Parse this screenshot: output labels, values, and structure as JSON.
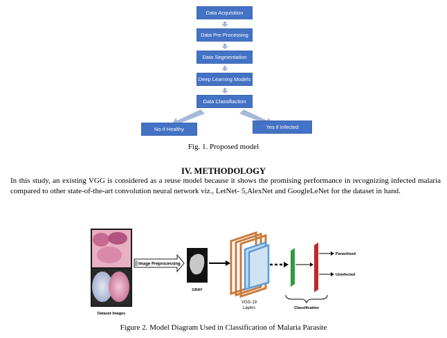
{
  "figure1": {
    "steps": [
      "Data Acquisition",
      "Data Pre Processing",
      "Data Segmentation",
      "Deep Learning Models",
      "Data  Classifiaction"
    ],
    "outcomes": {
      "left": "No if Healthy",
      "right": "Yes if Infected"
    },
    "caption": "Fig. 1. Proposed model"
  },
  "section": {
    "heading": "IV.  METHODOLOGY",
    "paragraph": "In this study, an existing VGG is considered as a reuse model because it shows the promising performance in recognizing infected malaria compared to other state-of-the-art convolution neural network viz., LetNet- 5,AlexNet and GoogleLeNet for the dataset in hand."
  },
  "figure2": {
    "labels": {
      "dataset": "Dataset Images",
      "preprocess": "Image Preprocessing",
      "gray": "GRAY",
      "vgg_line1": "VGG-19",
      "vgg_line2": "Layers",
      "classification": "Classification",
      "parasitized": "Parasitized",
      "uninfected": "Uninfected"
    },
    "caption": "Figure 2. Model Diagram Used in Classification of Malaria Parasite"
  },
  "colors": {
    "box_blue": "#4472c4",
    "arrow_gray": "#a6b8d9",
    "vgg_orange": "#c8793a",
    "vgg_blue": "#5b9bd5",
    "green_layer": "#2e9a3e",
    "red_layer": "#c0282b"
  }
}
